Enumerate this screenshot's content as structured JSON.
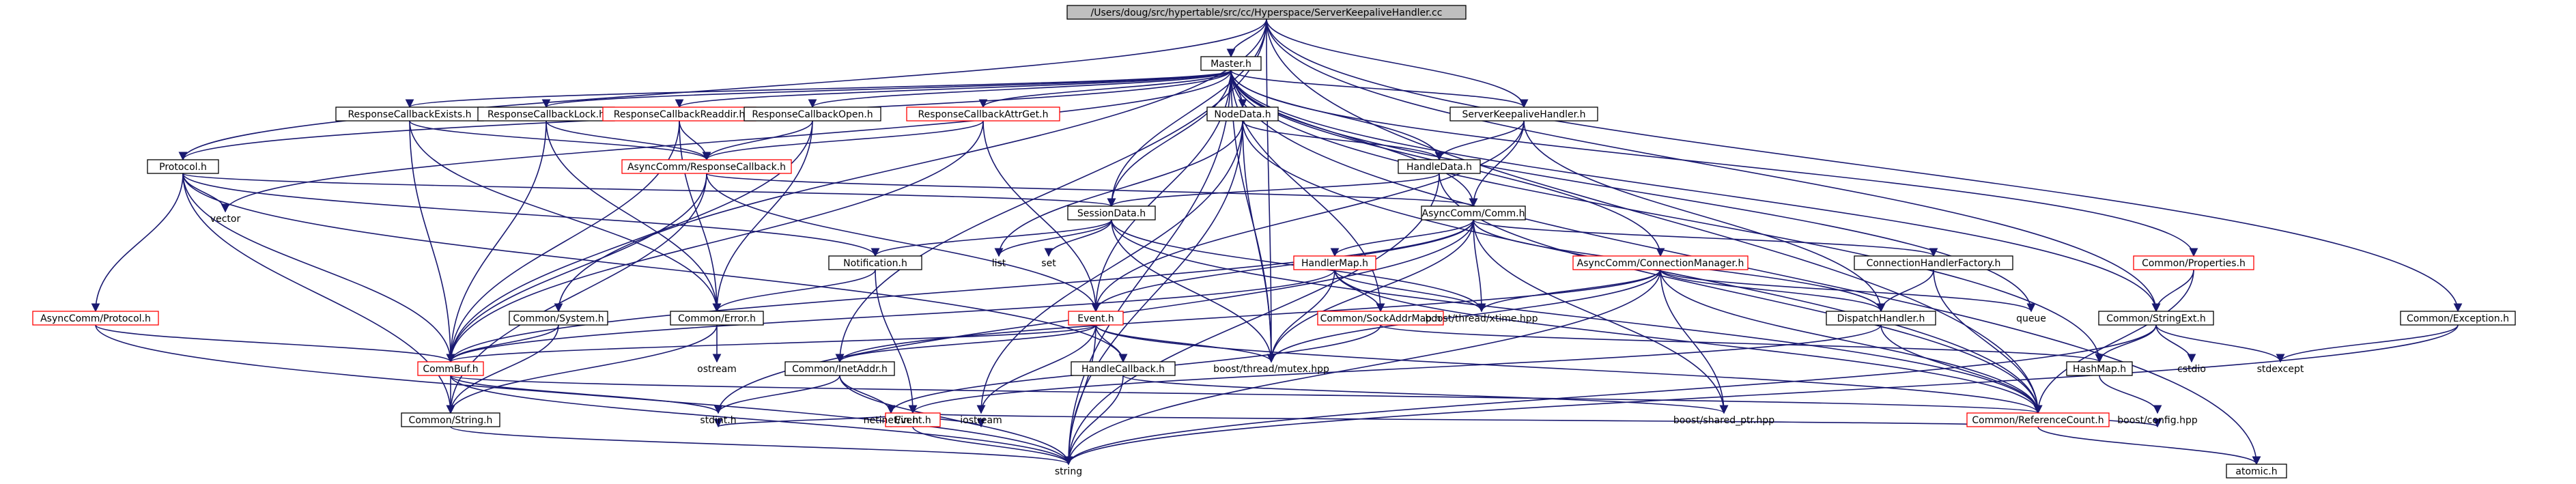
{
  "colors": {
    "edge": "#191970",
    "root_fill": "#bfbfbf",
    "red_border": "#ff0000",
    "black_border": "#000000"
  },
  "nodes": [
    {
      "id": "root",
      "label": "/Users/doug/src/hypertable/src/cc/Hyperspace/ServerKeepaliveHandler.cc",
      "style": "root"
    },
    {
      "id": "master",
      "label": "Master.h",
      "style": "black"
    },
    {
      "id": "rcexists",
      "label": "ResponseCallbackExists.h",
      "style": "black"
    },
    {
      "id": "rclock",
      "label": "ResponseCallbackLock.h",
      "style": "black"
    },
    {
      "id": "rcreaddir",
      "label": "ResponseCallbackReaddir.h",
      "style": "red"
    },
    {
      "id": "rcopen",
      "label": "ResponseCallbackOpen.h",
      "style": "black"
    },
    {
      "id": "rcattrget",
      "label": "ResponseCallbackAttrGet.h",
      "style": "red"
    },
    {
      "id": "nodedata",
      "label": "NodeData.h",
      "style": "black"
    },
    {
      "id": "skh",
      "label": "ServerKeepaliveHandler.h",
      "style": "black"
    },
    {
      "id": "protocol",
      "label": "Protocol.h",
      "style": "black"
    },
    {
      "id": "acrc",
      "label": "AsyncComm/ResponseCallback.h",
      "style": "red"
    },
    {
      "id": "handledata",
      "label": "HandleData.h",
      "style": "black"
    },
    {
      "id": "vector",
      "label": "vector",
      "style": "plain"
    },
    {
      "id": "sessiondata",
      "label": "SessionData.h",
      "style": "black"
    },
    {
      "id": "accomm",
      "label": "AsyncComm/Comm.h",
      "style": "black"
    },
    {
      "id": "list",
      "label": "list",
      "style": "plain"
    },
    {
      "id": "set",
      "label": "set",
      "style": "plain"
    },
    {
      "id": "notification",
      "label": "Notification.h",
      "style": "black"
    },
    {
      "id": "handlermap",
      "label": "HandlerMap.h",
      "style": "red"
    },
    {
      "id": "accm",
      "label": "AsyncComm/ConnectionManager.h",
      "style": "red"
    },
    {
      "id": "chf",
      "label": "ConnectionHandlerFactory.h",
      "style": "black"
    },
    {
      "id": "cprops",
      "label": "Common/Properties.h",
      "style": "red"
    },
    {
      "id": "acproto",
      "label": "AsyncComm/Protocol.h",
      "style": "red"
    },
    {
      "id": "csystem",
      "label": "Common/System.h",
      "style": "black"
    },
    {
      "id": "cerror",
      "label": "Common/Error.h",
      "style": "black"
    },
    {
      "id": "event",
      "label": "Event.h",
      "style": "red"
    },
    {
      "id": "csockaddr",
      "label": "Common/SockAddrMap.h",
      "style": "red"
    },
    {
      "id": "xtime",
      "label": "boost/thread/xtime.hpp",
      "style": "plain"
    },
    {
      "id": "dispatch",
      "label": "DispatchHandler.h",
      "style": "black"
    },
    {
      "id": "queue",
      "label": "queue",
      "style": "plain"
    },
    {
      "id": "cstrext",
      "label": "Common/StringExt.h",
      "style": "black"
    },
    {
      "id": "cexception",
      "label": "Common/Exception.h",
      "style": "black"
    },
    {
      "id": "commbuf",
      "label": "CommBuf.h",
      "style": "red"
    },
    {
      "id": "ostream",
      "label": "ostream",
      "style": "plain"
    },
    {
      "id": "cinetaddr",
      "label": "Common/InetAddr.h",
      "style": "black"
    },
    {
      "id": "handlecb",
      "label": "HandleCallback.h",
      "style": "black"
    },
    {
      "id": "mutex",
      "label": "boost/thread/mutex.hpp",
      "style": "plain"
    },
    {
      "id": "hashmap",
      "label": "HashMap.h",
      "style": "black"
    },
    {
      "id": "cstdio",
      "label": "cstdio",
      "style": "plain"
    },
    {
      "id": "stdexcept",
      "label": "stdexcept",
      "style": "plain"
    },
    {
      "id": "event2",
      "label": "Event.h",
      "style": "red"
    },
    {
      "id": "cstring",
      "label": "Common/String.h",
      "style": "black"
    },
    {
      "id": "stdint",
      "label": "stdint.h",
      "style": "plain"
    },
    {
      "id": "netinet",
      "label": "netinet/in.h",
      "style": "plain"
    },
    {
      "id": "iostream",
      "label": "iostream",
      "style": "plain"
    },
    {
      "id": "sharedptr",
      "label": "boost/shared_ptr.hpp",
      "style": "plain"
    },
    {
      "id": "crefcount",
      "label": "Common/ReferenceCount.h",
      "style": "red"
    },
    {
      "id": "bconfig",
      "label": "boost/config.hpp",
      "style": "plain"
    },
    {
      "id": "string",
      "label": "string",
      "style": "plain"
    },
    {
      "id": "atomic",
      "label": "atomic.h",
      "style": "black"
    }
  ]
}
